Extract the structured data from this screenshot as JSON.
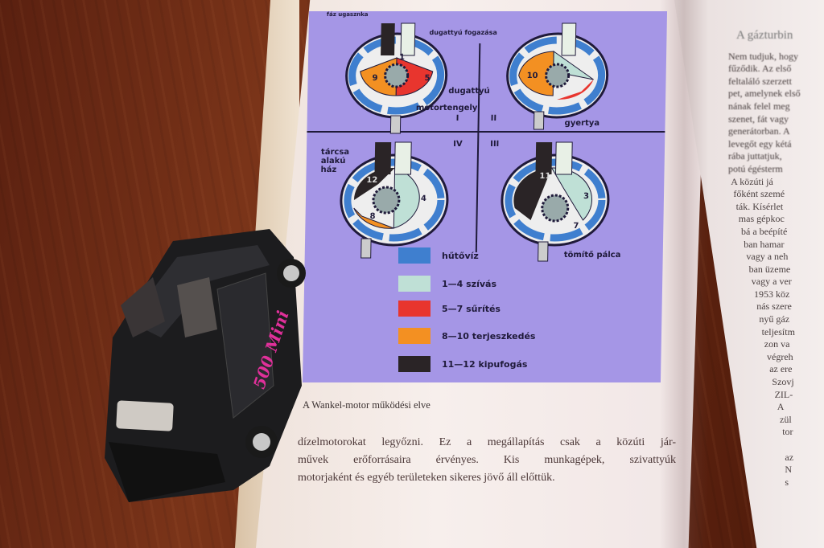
{
  "scene": "photo",
  "figure": {
    "labels": {
      "exhaust_port": "fáz ugasznka",
      "piston_rotation": "dugattyú fogazása",
      "piston": "dugattyú",
      "shaft": "motortengely",
      "spark_plug": "gyertya",
      "housing": "tárcsa alakú ház",
      "seal": "tömítő pálca",
      "phase_i": "I",
      "phase_ii": "II",
      "phase_iii": "III",
      "phase_iv": "IV",
      "chambers": [
        "1",
        "5",
        "9",
        "10",
        "4",
        "8",
        "3",
        "7",
        "11",
        "12"
      ]
    },
    "legend": [
      {
        "label": "hűtővíz",
        "color": "#3f7fcf"
      },
      {
        "label": "1—4 szívás",
        "color": "#bfe0d6"
      },
      {
        "label": "5—7 sűrítés",
        "color": "#e8352e"
      },
      {
        "label": "8—10 terjeszkedés",
        "color": "#f39022"
      },
      {
        "label": "11—12 kipufogás",
        "color": "#2a2426"
      }
    ]
  },
  "caption": "A Wankel-motor működési elve",
  "body": [
    "dízelmotorokat legyőzni. Ez a megállapítás csak a közúti jár-",
    "művek erőforrásaira érvényes. Kis munkagépek, szivattyúk",
    "motorjaként és egyéb területeken sikeres jövő áll előttük."
  ],
  "right_page": {
    "heading": "A gázturbin",
    "lines": [
      "Nem tudjuk, hogy",
      "fűződik. Az első",
      "feltaláló szerzett",
      "pet, amelynek első",
      "nának felel meg",
      "szenet, fát vagy",
      "generátorban. A",
      "levegőt egy kétá",
      "rába juttatjuk,",
      "potú égésterm",
      "A közúti já",
      "főként szemé",
      "ták. Kísérlet",
      "mas gépkoc",
      "bá a beépíté",
      "ban hamar",
      "vagy a neh",
      "ban üzeme",
      "vagy a ver",
      "1953 köz",
      "nás szere",
      "nyű gáz",
      "teljesítm",
      "zon va",
      "végreh",
      "az ere",
      "Szovj",
      "ZIL-",
      "A",
      "zül",
      "tor",
      "",
      "az",
      "N",
      "s"
    ]
  },
  "toy_car": {
    "text": "500 Mini",
    "body_color": "#1c1c1e",
    "accent": "#e0309a"
  }
}
